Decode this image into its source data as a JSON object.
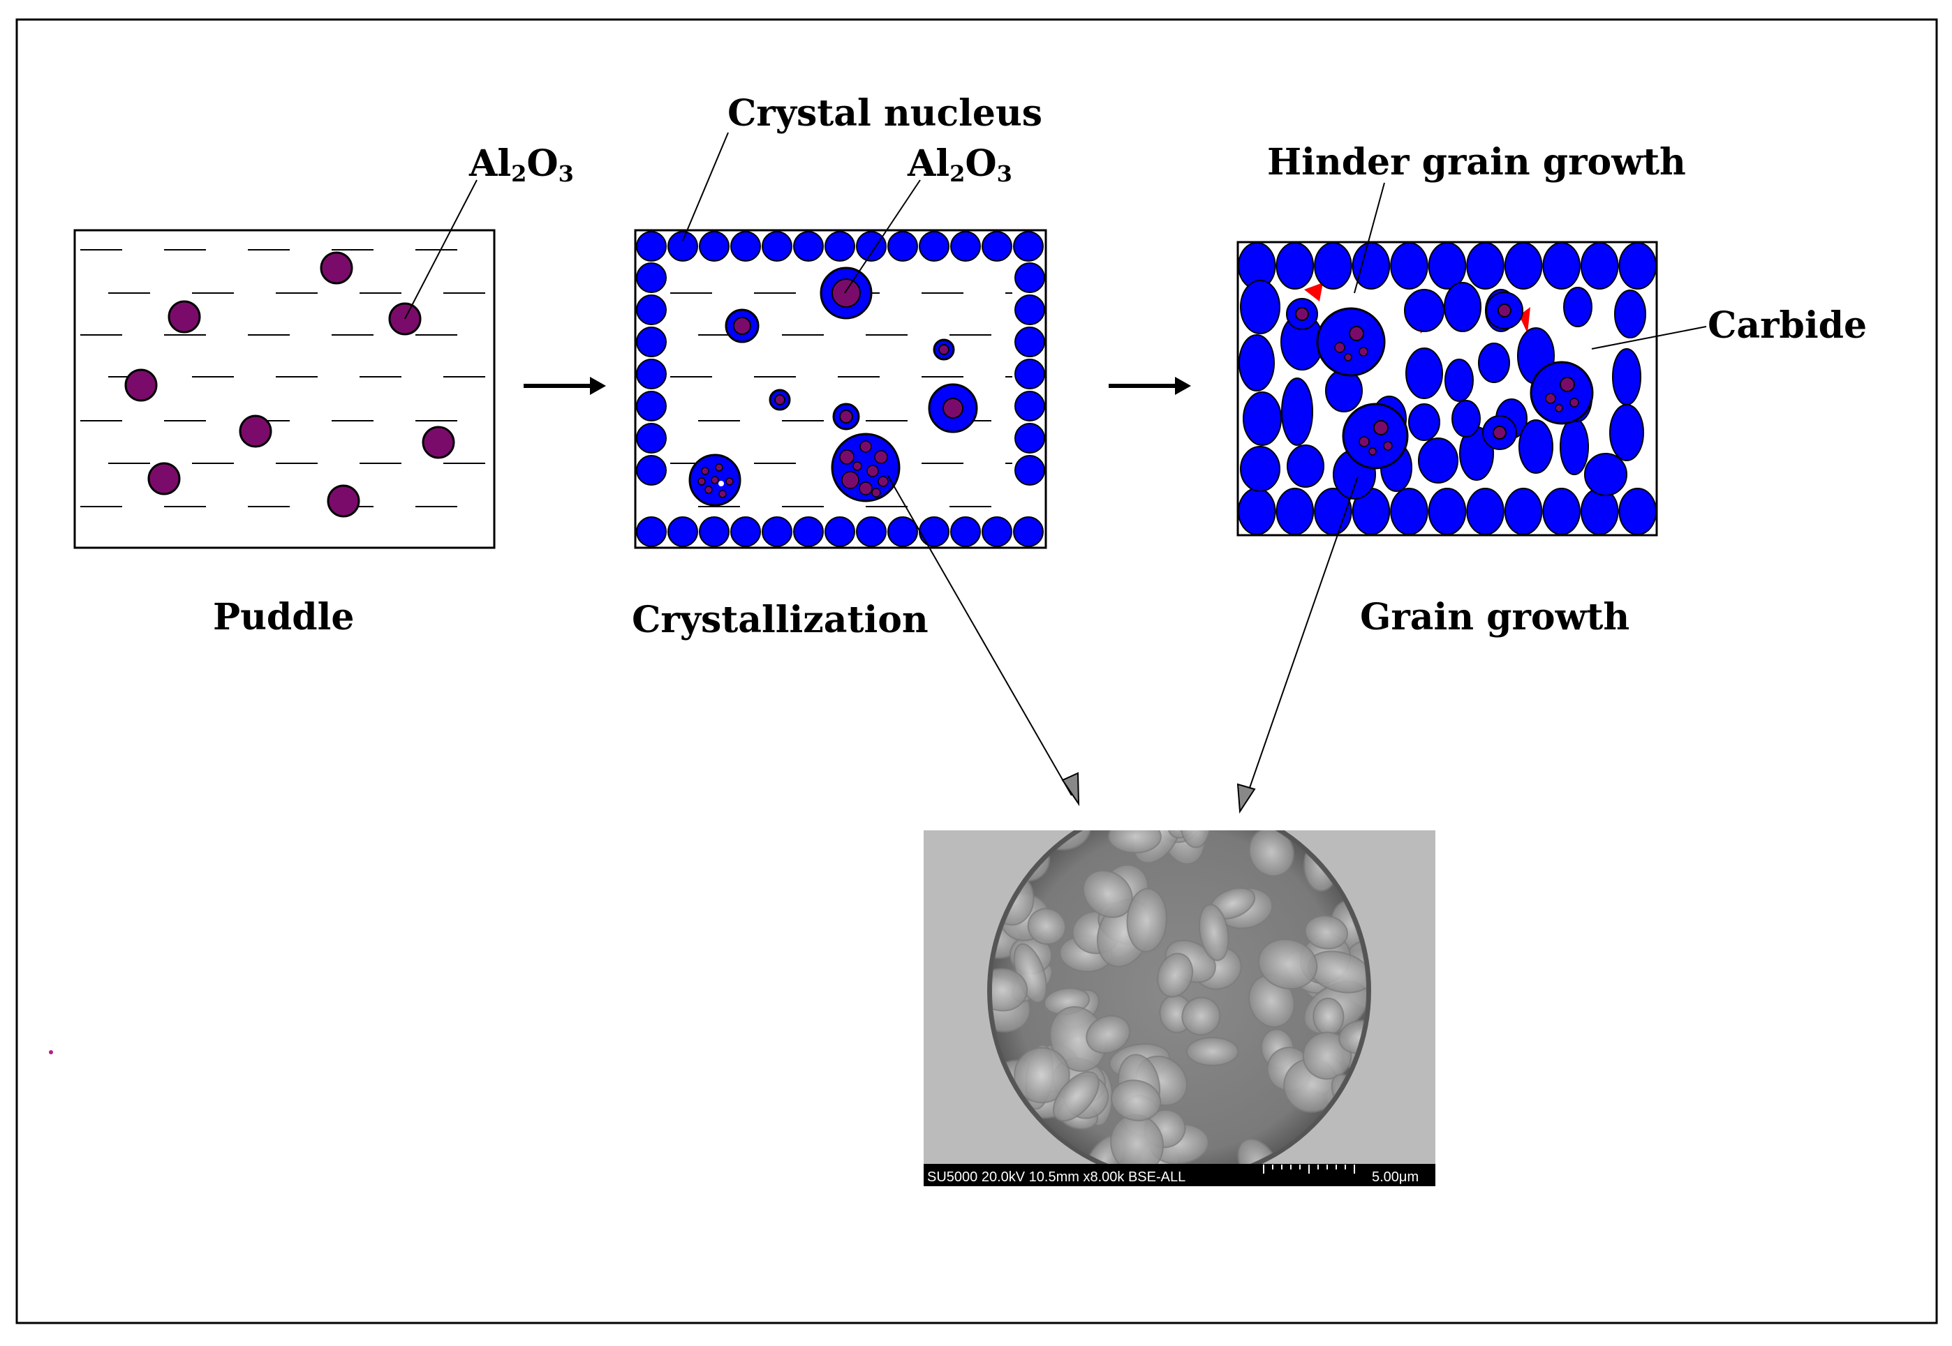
{
  "colors": {
    "nucleus": "#0000ff",
    "oxide": "#7b0b6b",
    "carbide": "#ff0000",
    "outline": "#000000",
    "sem_scale_bar": "#000000",
    "sem_text": "#ffffff"
  },
  "labels": {
    "al2o3_puddle": {
      "main": "Al",
      "sub1": "2",
      "mid": "O",
      "sub2": "3"
    },
    "al2o3_cryst": {
      "main": "Al",
      "sub1": "2",
      "mid": "O",
      "sub2": "3"
    },
    "crystal_nucleus": "Crystal nucleus",
    "hinder_grain_growth": "Hinder grain growth",
    "carbide": "Carbide",
    "puddle": "Puddle",
    "crystallization": "Crystallization",
    "grain_growth": "Grain growth"
  },
  "sem": {
    "info": "SU5000 20.0kV 10.5mm x8.00k BSE-ALL",
    "scale": "5.00μm"
  }
}
